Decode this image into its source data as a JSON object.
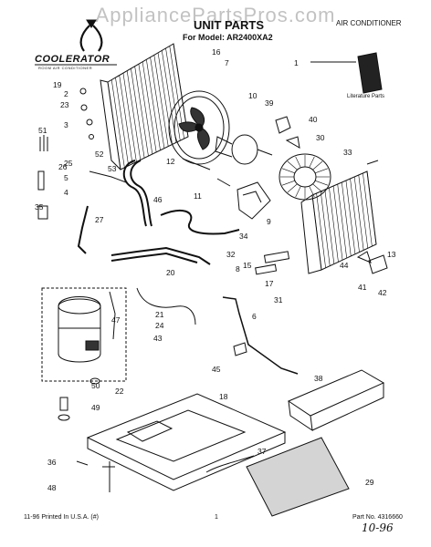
{
  "watermark": "AppliancePartsPros.com",
  "header": {
    "title": "UNIT PARTS",
    "model_line": "For Model: AR2400XA2",
    "product": "AIR CONDITIONER"
  },
  "brand": {
    "name": "COOLERATOR",
    "tagline": "ROOM AIR CONDITIONER"
  },
  "literature_label": "Literature Parts",
  "footer": {
    "left": "11-96 Printed In U.S.A. (#)",
    "center": "1",
    "right": "Part No. 4316660",
    "handwritten": "10-96"
  },
  "callouts": [
    "1",
    "2",
    "3",
    "4",
    "5",
    "6",
    "7",
    "8",
    "9",
    "10",
    "11",
    "12",
    "13",
    "15",
    "16",
    "17",
    "18",
    "19",
    "20",
    "21",
    "22",
    "23",
    "24",
    "25",
    "26",
    "27",
    "29",
    "30",
    "31",
    "32",
    "33",
    "34",
    "35",
    "36",
    "37",
    "38",
    "39",
    "40",
    "41",
    "42",
    "43",
    "44",
    "45",
    "46",
    "47",
    "48",
    "49",
    "50",
    "51",
    "52",
    "53"
  ]
}
